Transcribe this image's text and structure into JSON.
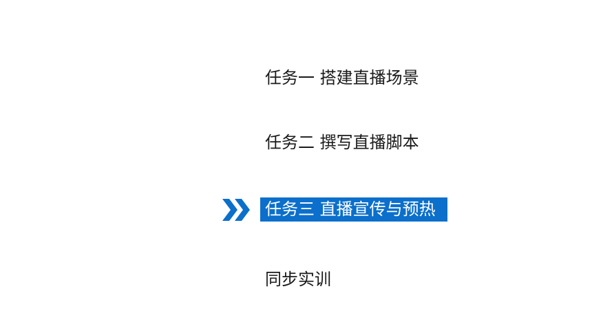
{
  "slide": {
    "items": [
      {
        "label": "任务一 搭建直播场景",
        "active": false
      },
      {
        "label": "任务二 撰写直播脚本",
        "active": false
      },
      {
        "label": "任务三 直播宣传与预热",
        "active": true
      },
      {
        "label": "同步实训",
        "active": false
      }
    ],
    "indicator_icon": "double-chevron-right-icon",
    "colors": {
      "accent": "#0b6fcb",
      "text": "#1a1a1a",
      "active_text": "#ffffff",
      "background": "#ffffff"
    }
  }
}
